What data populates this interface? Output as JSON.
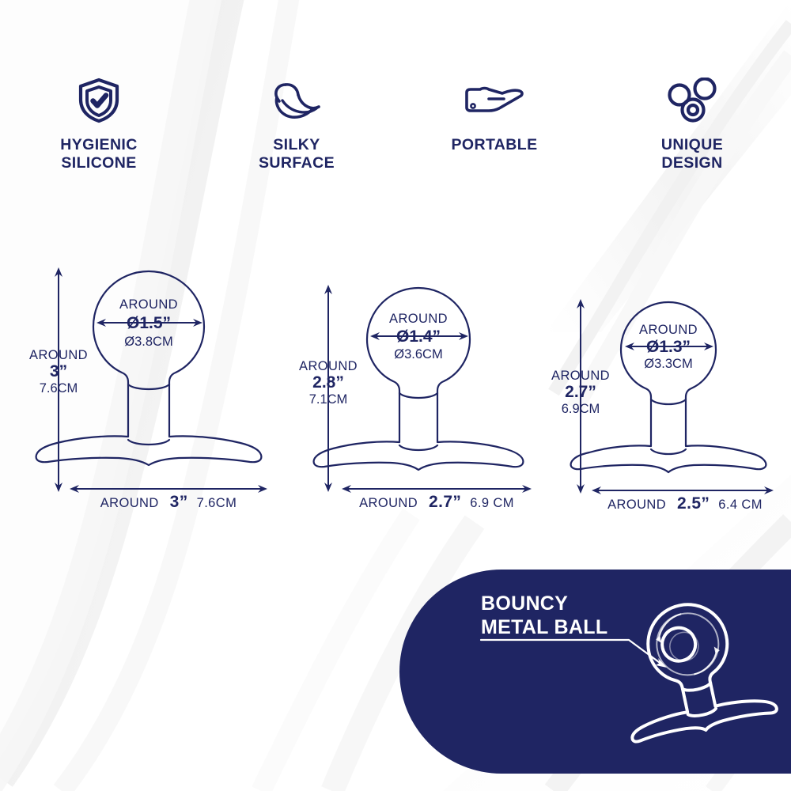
{
  "theme": {
    "navy": "#1f2563",
    "white": "#ffffff",
    "background": "#ffffff",
    "swoosh_grey": "#ececec"
  },
  "features": [
    {
      "icon": "shield-check-icon",
      "label": "HYGIENIC\nSILICONE"
    },
    {
      "icon": "feather-icon",
      "label": "SILKY\nSURFACE"
    },
    {
      "icon": "open-hand-icon",
      "label": "PORTABLE"
    },
    {
      "icon": "three-circles-icon",
      "label": "UNIQUE\nDESIGN"
    }
  ],
  "products": [
    {
      "name": "large-plug",
      "height_label": "AROUND",
      "height_in": "3”",
      "height_cm": "7.6CM",
      "diameter_label": "AROUND",
      "diameter_in": "Ø1.5”",
      "diameter_cm": "Ø3.8CM",
      "width_label": "AROUND",
      "width_in": "3”",
      "width_cm": "7.6CM"
    },
    {
      "name": "medium-plug",
      "height_label": "AROUND",
      "height_in": "2.8”",
      "height_cm": "7.1CM",
      "diameter_label": "AROUND",
      "diameter_in": "Ø1.4”",
      "diameter_cm": "Ø3.6CM",
      "width_label": "AROUND",
      "width_in": "2.7”",
      "width_cm": "6.9 CM"
    },
    {
      "name": "small-plug",
      "height_label": "AROUND",
      "height_in": "2.7”",
      "height_cm": "6.9CM",
      "diameter_label": "AROUND",
      "diameter_in": "Ø1.3”",
      "diameter_cm": "Ø3.3CM",
      "width_label": "AROUND",
      "width_in": "2.5”",
      "width_cm": "6.4  CM"
    }
  ],
  "banner": {
    "title": "BOUNCY\nMETAL BALL",
    "callout_icon": "arrow-pointer-icon",
    "product_icon": "plug-with-rotating-ball-icon"
  }
}
